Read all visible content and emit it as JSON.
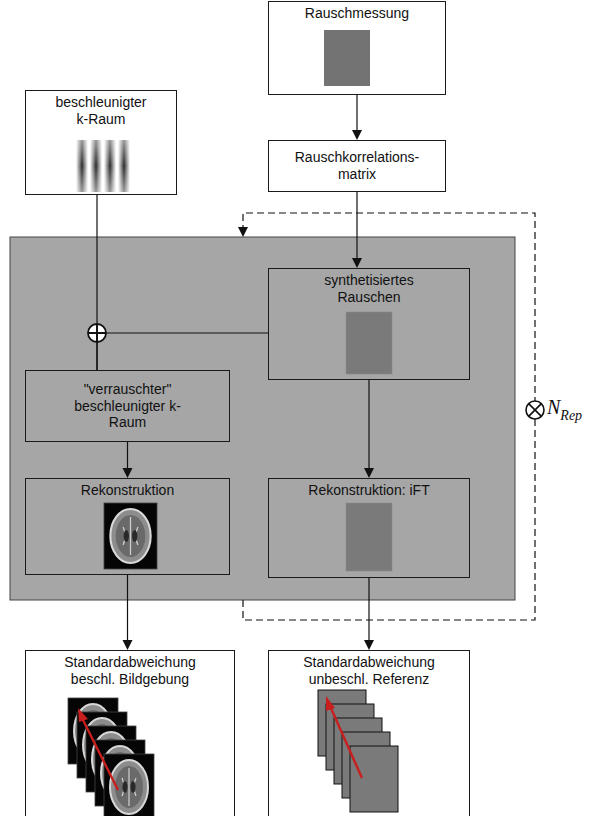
{
  "diagram": {
    "nodes": [
      {
        "text": [
          "Rauschmessung"
        ]
      },
      {
        "text": [
          "beschleunigter k-Raum"
        ]
      },
      {
        "text": [
          "Rauschkorrelations- matrix"
        ]
      },
      {
        "text": [
          "synthetisiertes Rauschen"
        ]
      },
      {
        "text": [
          "\"verrauschter\" beschleunigter k-Raum"
        ]
      },
      {
        "text": [
          "Rekonstruktion"
        ]
      },
      {
        "text": [
          "Rekonstruktion: iFT"
        ]
      },
      {
        "text": [
          "Standardabweichung beschl. Bildgebung"
        ]
      },
      {
        "text": [
          "Standardabweichung unbeschl. Referenz"
        ]
      }
    ],
    "edges": [
      {
        "from": 0,
        "to": 2,
        "arrow": "to"
      },
      {
        "from": 2,
        "to": 3,
        "arrow": "to"
      },
      {
        "from": 1,
        "to": 4,
        "arrow": "none"
      },
      {
        "from": 3,
        "to": 4,
        "arrow": "none"
      },
      {
        "from": 4,
        "to": 5,
        "arrow": "to"
      },
      {
        "from": 3,
        "to": 6,
        "arrow": "to"
      },
      {
        "from": 5,
        "to": 7,
        "arrow": "to"
      },
      {
        "from": 6,
        "to": 8,
        "arrow": "to"
      }
    ],
    "labels": [
      "N",
      "Rep"
    ]
  }
}
